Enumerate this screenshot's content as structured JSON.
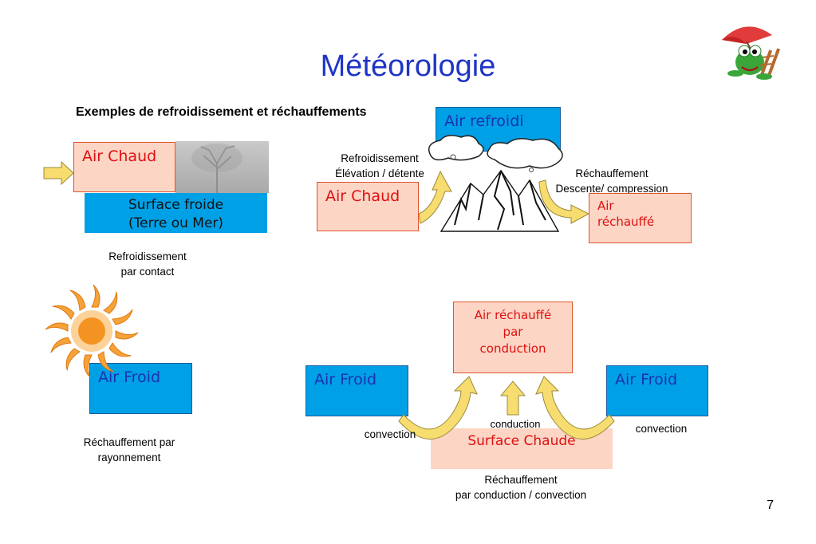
{
  "slide": {
    "title": "Météorologie",
    "subtitle": "Exemples de refroidissement et réchauffements",
    "page_number": "7"
  },
  "contact": {
    "air_box": "Air Chaud",
    "surface_line1": "Surface froide",
    "surface_line2": "(Terre ou Mer)",
    "caption_line1": "Refroidissement",
    "caption_line2": "par contact"
  },
  "mountain": {
    "top_box": "Air refroidi",
    "left_box": "Air Chaud",
    "right_box_line1": "Air",
    "right_box_line2": "réchauffé",
    "left_label_line1": "Refroidissement",
    "left_label_line2": "Élévation / détente",
    "right_label_line1": "Réchauffement",
    "right_label_line2": "Descente/ compression"
  },
  "radiation": {
    "air_box": "Air Froid",
    "caption_line1": "Réchauffement par",
    "caption_line2": "rayonnement"
  },
  "convection": {
    "top_line1": "Air réchauffé",
    "top_line2": "par",
    "top_line3": "conduction",
    "left_box": "Air Froid",
    "right_box": "Air Froid",
    "surface": "Surface Chaude",
    "label_left": "convection",
    "label_right": "convection",
    "label_center": "conduction",
    "caption_line1": "Réchauffement",
    "caption_line2": "par conduction / convection"
  },
  "colors": {
    "title": "#1f35c7",
    "warm_text": "#e01010",
    "warm_fill": "#fcd5c5",
    "cold_fill": "#00a0e6",
    "cold_text": "#1b32b0",
    "arrow_fill": "#f7dc6f"
  }
}
